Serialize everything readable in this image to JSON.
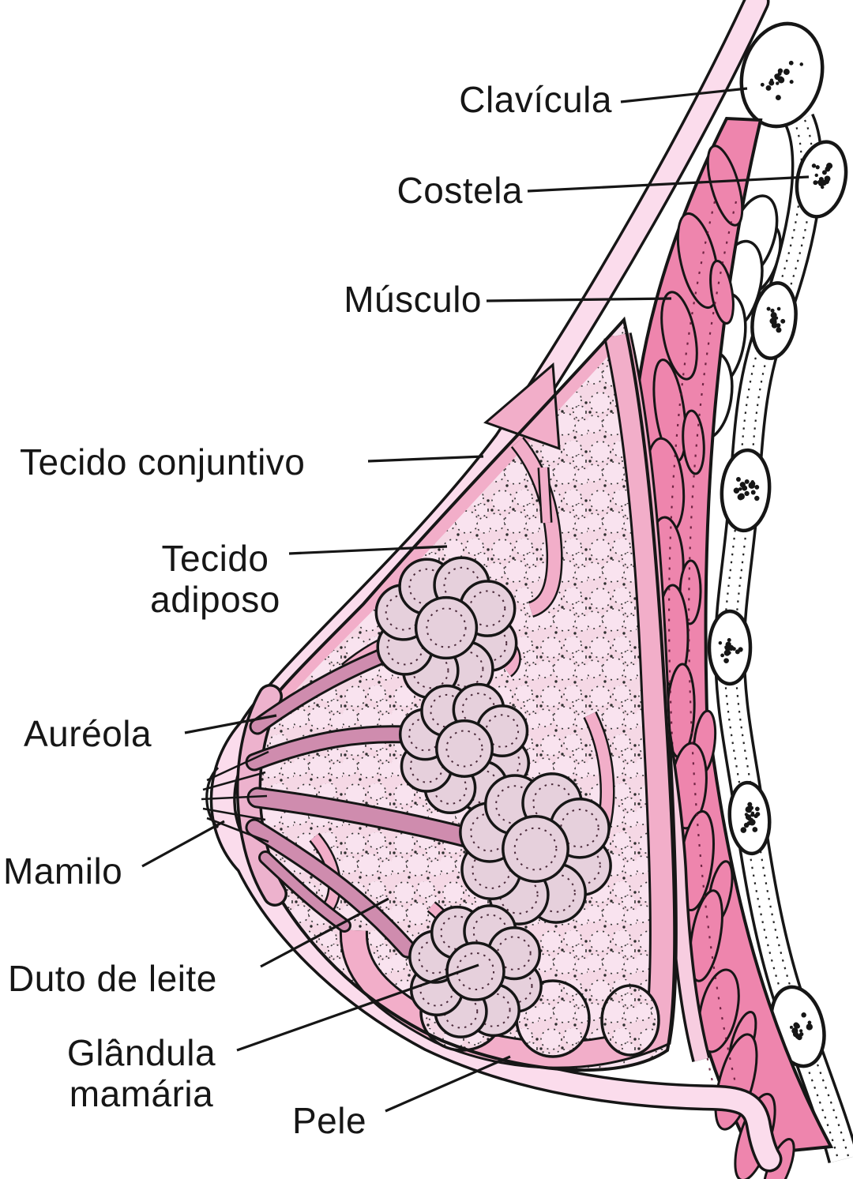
{
  "figure": {
    "type": "anatomical-diagram",
    "subject": "Anatomia da mama (corte sagital)",
    "language": "pt"
  },
  "labels": [
    {
      "id": "clavicula",
      "text": "Clavícula"
    },
    {
      "id": "costela",
      "text": "Costela"
    },
    {
      "id": "musculo",
      "text": "Músculo"
    },
    {
      "id": "tecido-conjuntivo",
      "text": "Tecido conjuntivo"
    },
    {
      "id": "tecido-adiposo",
      "text": "Tecido\nadiposo"
    },
    {
      "id": "aureola",
      "text": "Auréola"
    },
    {
      "id": "mamilo",
      "text": "Mamilo"
    },
    {
      "id": "duto-de-leite",
      "text": "Duto de leite"
    },
    {
      "id": "glandula-mamaria",
      "text": "Glândula\nmamária"
    },
    {
      "id": "pele",
      "text": "Pele"
    }
  ],
  "palette": {
    "background": "#ffffff",
    "outline": "#161616",
    "skin": "#fbdcec",
    "areola": "#edb2cd",
    "adipose_base": "#f5d8e5",
    "adipose_bubble": "#f9e3ef",
    "connective": "#f2aec9",
    "milk_duct": "#cf8cae",
    "gland": "#e6d0dc",
    "muscle": "#ee85ad",
    "fascia_strip": "#f7cde0",
    "bone": "#ffffff"
  }
}
